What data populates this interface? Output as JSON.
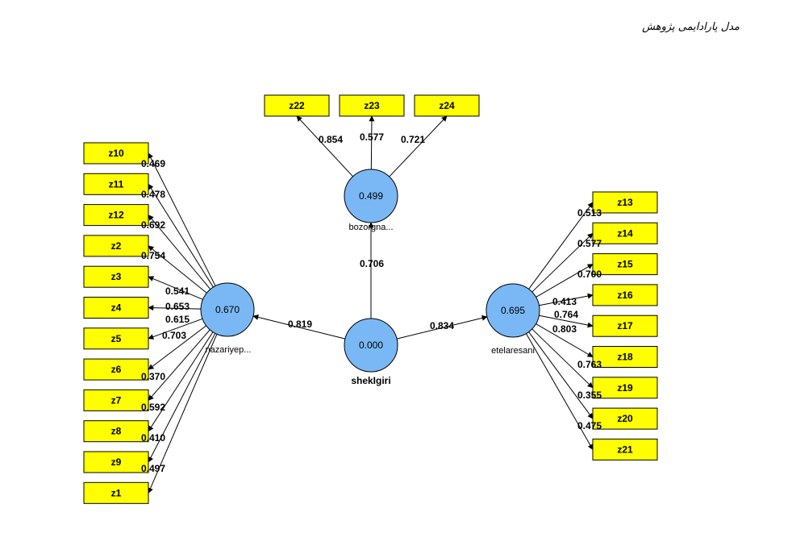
{
  "title": "مدل پارادایمی پژوهش",
  "colors": {
    "indicator_fill": "#ffff00",
    "latent_fill": "#7ab8f5",
    "stroke": "#000000"
  },
  "latents": [
    {
      "id": "shekl",
      "name": "shekIgiri",
      "value": "0.000",
      "bold_name": true
    },
    {
      "id": "bozo",
      "name": "bozorgna...",
      "value": "0.499",
      "bold_name": false
    },
    {
      "id": "naz",
      "name": "nazariyep...",
      "value": "0.670",
      "bold_name": false
    },
    {
      "id": "etel",
      "name": "etelaresani",
      "value": "0.695",
      "bold_name": false
    }
  ],
  "paths": [
    {
      "from": "shekl",
      "to": "naz",
      "coef": "0.819"
    },
    {
      "from": "shekl",
      "to": "bozo",
      "coef": "0.706"
    },
    {
      "from": "shekl",
      "to": "etel",
      "coef": "0.834"
    }
  ],
  "indicators": {
    "bozo": [
      {
        "name": "z22",
        "loading": "0.854"
      },
      {
        "name": "z23",
        "loading": "0.577"
      },
      {
        "name": "z24",
        "loading": "0.721"
      }
    ],
    "naz": [
      {
        "name": "z10",
        "loading": "0.469"
      },
      {
        "name": "z11",
        "loading": "0.478"
      },
      {
        "name": "z12",
        "loading": "0.692"
      },
      {
        "name": "z2",
        "loading": "0.754"
      },
      {
        "name": "z3",
        "loading": "0.541"
      },
      {
        "name": "z4",
        "loading": "0.653"
      },
      {
        "name": "z5",
        "loading": "0.615"
      },
      {
        "name": "z6",
        "loading": "0.703"
      },
      {
        "name": "z7",
        "loading": "0.370"
      },
      {
        "name": "z8",
        "loading": "0.592"
      },
      {
        "name": "z9",
        "loading": "0.410"
      },
      {
        "name": "z1",
        "loading": "0.497"
      }
    ],
    "etel": [
      {
        "name": "z13",
        "loading": "0.513"
      },
      {
        "name": "z14",
        "loading": "0.577"
      },
      {
        "name": "z15",
        "loading": "0.700"
      },
      {
        "name": "z16",
        "loading": "0.413"
      },
      {
        "name": "z17",
        "loading": "0.764"
      },
      {
        "name": "z18",
        "loading": "0.803"
      },
      {
        "name": "z19",
        "loading": "0.763"
      },
      {
        "name": "z20",
        "loading": "0.355"
      },
      {
        "name": "z21",
        "loading": "0.475"
      }
    ]
  }
}
